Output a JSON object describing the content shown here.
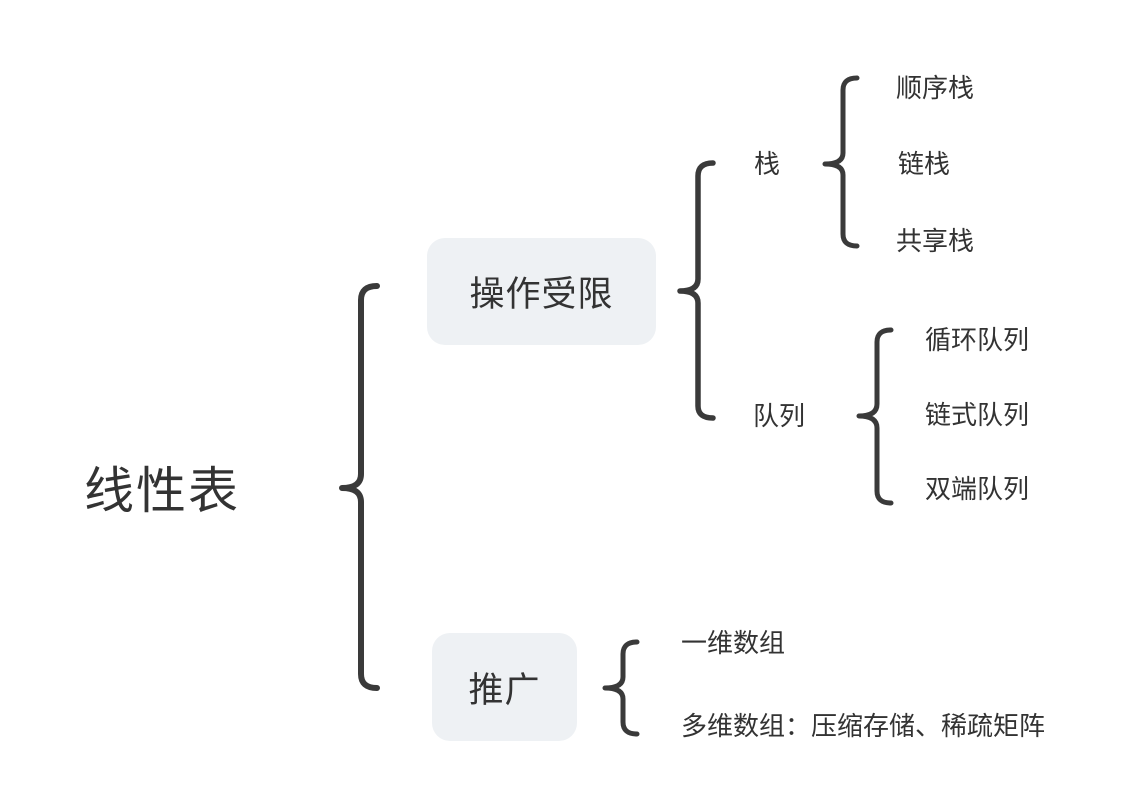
{
  "diagram": {
    "root": {
      "label": "线性表"
    },
    "branches": [
      {
        "label": "操作受限",
        "children": [
          {
            "label": "栈",
            "children": [
              {
                "label": "顺序栈"
              },
              {
                "label": "链栈"
              },
              {
                "label": "共享栈"
              }
            ]
          },
          {
            "label": "队列",
            "children": [
              {
                "label": "循环队列"
              },
              {
                "label": "链式队列"
              },
              {
                "label": "双端队列"
              }
            ]
          }
        ]
      },
      {
        "label": "推广",
        "children": [
          {
            "label": "一维数组"
          },
          {
            "label": "多维数组：压缩存储、稀疏矩阵"
          }
        ]
      }
    ]
  },
  "colors": {
    "text": "#333333",
    "brace": "#3a3a3a",
    "node_bg": "#eef1f4"
  }
}
